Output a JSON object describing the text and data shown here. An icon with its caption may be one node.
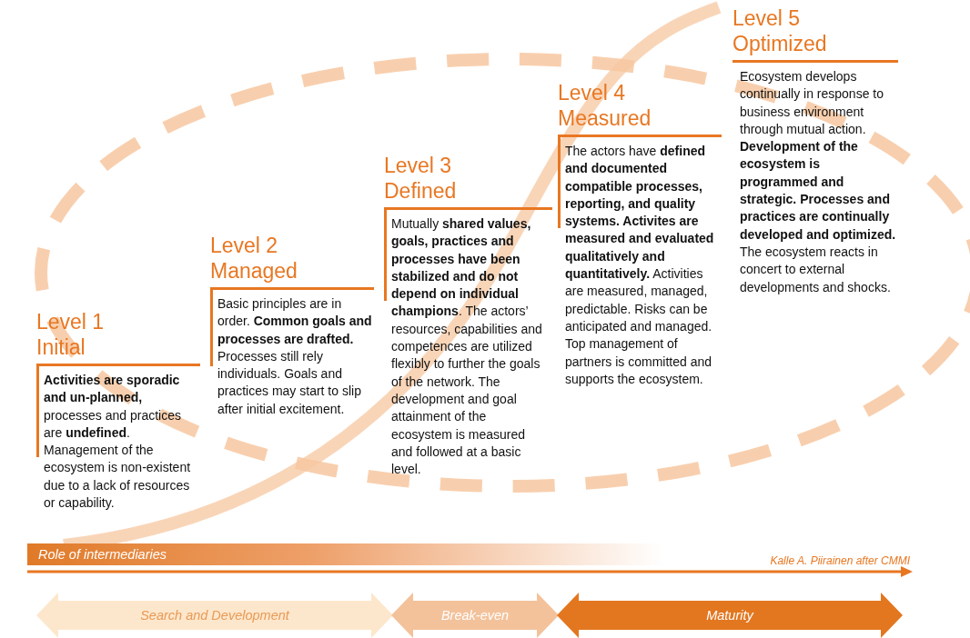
{
  "diagram": {
    "nodes": [
      {
        "text": [
          "Level 1 Initial",
          "**Activities are sporadic and un-planned,** processes and practices are **undefined**. Management of the ecosystem is non-existent due to a lack of resources or capability."
        ]
      },
      {
        "text": [
          "Level 2 Managed",
          "Basic principles are in order. **Common goals and processes are drafted.** Processes still rely individuals. Goals and practices may start to slip after initial excitement."
        ]
      },
      {
        "text": [
          "Level 3 Defined",
          "Mutually **shared values, goals, practices and processes have been stabilized and do not depend on individual champions**. The actors’ resources, capabilities and competences are utilized flexibly to further the goals of the network. The development and goal attainment of the ecosystem is measured and followed at a basic level."
        ]
      },
      {
        "text": [
          "Level 4 Measured",
          "The actors have **defined and documented compatible processes, reporting, and quality systems. Activites are measured and evaluated qualitatively and quantitatively.** Activities are measured, managed, predictable. Risks can be anticipated and managed. Top management of partners is committed and supports the ecosystem."
        ]
      },
      {
        "text": [
          "Level 5 Optimized",
          "Ecosystem develops continually in response to business environment through mutual action. **Development of the ecosystem is programmed and strategic. Processes and practices are continually developed and optimized.** The ecosystem reacts in concert to external developments and shocks."
        ]
      },
      {
        "text": [
          "Role of intermediaries"
        ]
      },
      {
        "text": [
          "Search and Development"
        ]
      },
      {
        "text": [
          "Break-even"
        ]
      },
      {
        "text": [
          "Maturity"
        ]
      }
    ],
    "labels": [
      "Kalle A. Piirainen after CMMI"
    ]
  }
}
